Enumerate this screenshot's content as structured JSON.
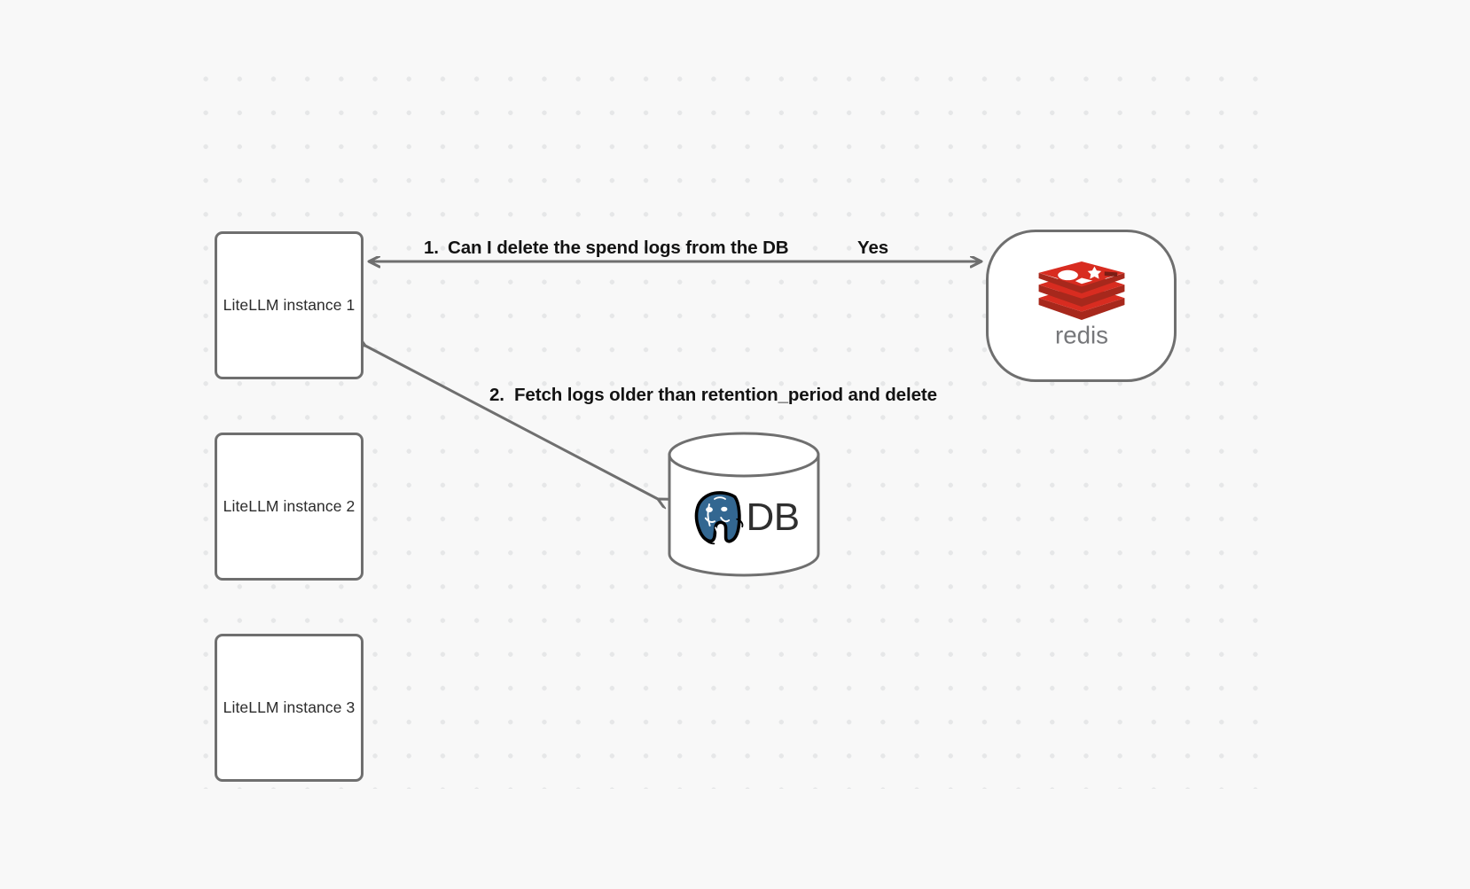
{
  "canvas": {
    "background_color": "#f8f8f8",
    "grid_dot_color": "#e6e7e8",
    "node_border_color": "#6f6f6f",
    "edge_color": "#6f6f6f"
  },
  "nodes": {
    "instances": [
      {
        "id": "litellm-instance-1",
        "label": "LiteLLM instance 1"
      },
      {
        "id": "litellm-instance-2",
        "label": "LiteLLM instance 2"
      },
      {
        "id": "litellm-instance-3",
        "label": "LiteLLM instance 3"
      }
    ],
    "redis": {
      "id": "redis-node",
      "wordmark": "redis",
      "logo_icon": "redis-stack-logo-icon",
      "logo_color": "#d82c20",
      "logo_dark_color": "#a7281c",
      "wordmark_color": "#76777a"
    },
    "database": {
      "id": "postgres-db-node",
      "label": "DB",
      "logo_icon": "postgresql-elephant-icon",
      "logo_color": "#336791"
    }
  },
  "edges": [
    {
      "id": "edge-1-instance1-redis",
      "index": "1.",
      "label": "Can I delete the spend logs from the DB",
      "reply": "Yes",
      "from": "LiteLLM instance 1",
      "to": "redis",
      "direction": "bidirectional"
    },
    {
      "id": "edge-2-db-instance1",
      "index": "2.",
      "label": "Fetch logs older than retention_period and delete",
      "from": "postgres-db-node",
      "to": "LiteLLM instance 1",
      "direction": "to-instance"
    }
  ]
}
